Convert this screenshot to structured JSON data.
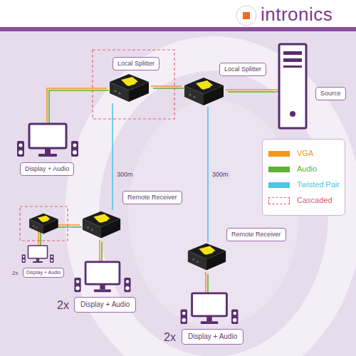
{
  "diagram": {
    "nodes": [
      {
        "text": [
          "Local Splitter"
        ]
      },
      {
        "text": [
          "Local Splitter"
        ]
      },
      {
        "text": [
          "Source"
        ]
      },
      {
        "text": [
          "Display + Audio"
        ]
      },
      {
        "text": [
          "Remote Receiver"
        ]
      },
      {
        "text": [
          "Remote Receiver"
        ]
      },
      {
        "text": [
          "2x",
          "Display + Audio"
        ]
      },
      {
        "text": [
          "2x",
          "Display + Audio"
        ]
      },
      {
        "text": [
          "2x",
          "Display + Audio"
        ]
      }
    ],
    "edges": [
      {
        "from": 2,
        "to": 1,
        "arrow": "none"
      },
      {
        "from": 1,
        "to": 0,
        "arrow": "none"
      },
      {
        "from": 0,
        "to": 3,
        "arrow": "none"
      },
      {
        "from": 0,
        "to": 4,
        "label": "300m",
        "arrow": "none"
      },
      {
        "from": 1,
        "to": 5,
        "label": "300m",
        "arrow": "none"
      },
      {
        "from": 4,
        "to": 6,
        "arrow": "none"
      },
      {
        "from": 4,
        "to": 7,
        "arrow": "none"
      },
      {
        "from": 5,
        "to": 8,
        "arrow": "none"
      }
    ],
    "labels": [
      "intronics"
    ],
    "legend": [
      {
        "text": "VGA",
        "color": "#f7941d"
      },
      {
        "text": "Audio",
        "color": "#5db133"
      },
      {
        "text": "Twisted Pair",
        "color": "#4fc3e8"
      },
      {
        "text": "Cascaded"
      }
    ]
  }
}
